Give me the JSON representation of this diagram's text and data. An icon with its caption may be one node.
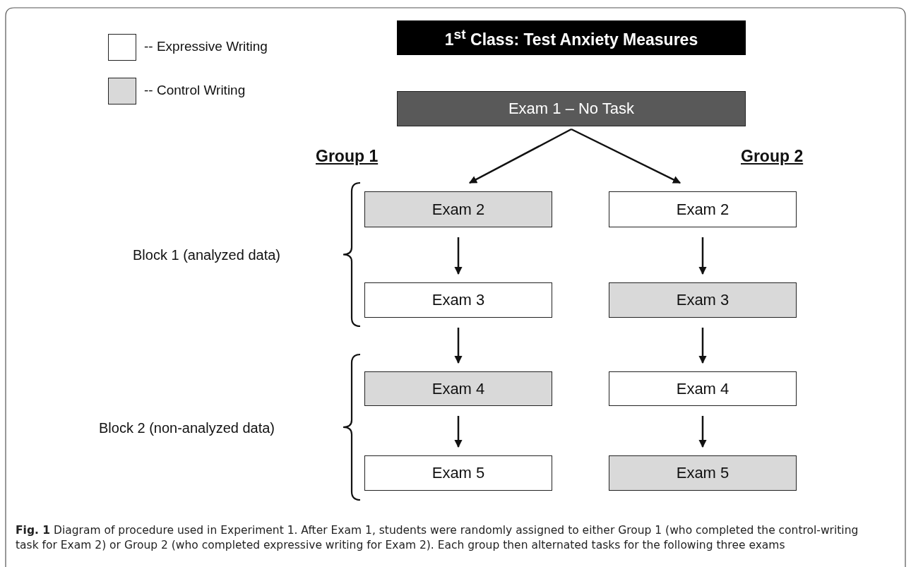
{
  "diagram": {
    "title": "1$^{st}$ Class: Test Anxiety Measures",
    "caption": "**Fig. 1** Diagram of procedure used in Experiment 1. After Exam 1, students were randomly assigned to either Group 1 (who completed the control-writing task for Exam 2) or Group 2 (who completed expressive writing for Exam 2). Each group then alternated tasks for the following three exams",
    "nodes": [
      {
        "text": [
          "Exam 1 – No Task"
        ]
      },
      {
        "text": [
          "Exam 2"
        ]
      },
      {
        "text": [
          "Exam 2"
        ]
      },
      {
        "text": [
          "Exam 3"
        ]
      },
      {
        "text": [
          "Exam 3"
        ]
      },
      {
        "text": [
          "Exam 4"
        ]
      },
      {
        "text": [
          "Exam 4"
        ]
      },
      {
        "text": [
          "Exam 5"
        ]
      },
      {
        "text": [
          "Exam 5"
        ]
      }
    ],
    "edges": [
      {
        "from": 0,
        "to": 1,
        "arrow": "to"
      },
      {
        "from": 0,
        "to": 2,
        "arrow": "to"
      },
      {
        "from": 1,
        "to": 3,
        "arrow": "to"
      },
      {
        "from": 2,
        "to": 4,
        "arrow": "to"
      },
      {
        "from": 3,
        "to": 5,
        "arrow": "to"
      },
      {
        "from": 4,
        "to": 6,
        "arrow": "to"
      },
      {
        "from": 5,
        "to": 7,
        "arrow": "to"
      },
      {
        "from": 6,
        "to": 8,
        "arrow": "to"
      }
    ],
    "labels": [
      "Group 1",
      "Group 2",
      "Block 1 (analyzed data)",
      "Block 2 (non-analyzed data)"
    ],
    "legend": [
      {
        "text": "-- Expressive Writing",
        "color": "#ffffff"
      },
      {
        "text": "-- Control Writing",
        "color": "#d9d9d9"
      }
    ]
  }
}
